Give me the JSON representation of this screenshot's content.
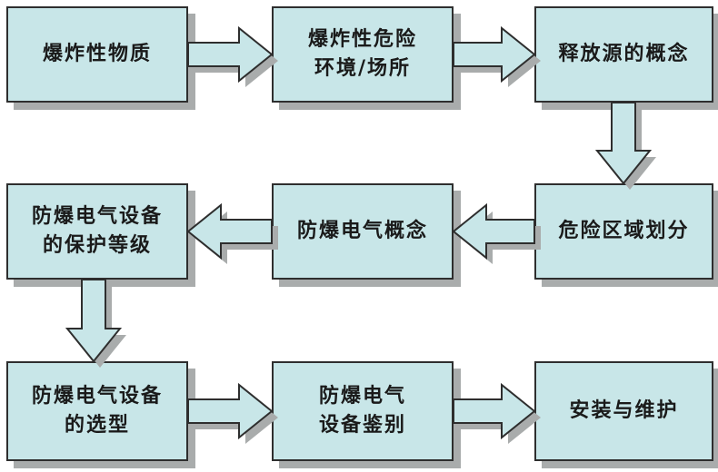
{
  "boxes": [
    {
      "id": "box-explosive-substances",
      "label": "爆炸性物质"
    },
    {
      "id": "box-explosive-hazardous-environment",
      "label": "爆炸性危险\n环境/场所"
    },
    {
      "id": "box-release-source-concept",
      "label": "释放源的概念"
    },
    {
      "id": "box-equipment-protection-level",
      "label": "防爆电气设备\n的保护等级"
    },
    {
      "id": "box-explosionproof-electric-concept",
      "label": "防爆电气概念"
    },
    {
      "id": "box-hazardous-area-classification",
      "label": "危险区域划分"
    },
    {
      "id": "box-equipment-selection",
      "label": "防爆电气设备\n的选型"
    },
    {
      "id": "box-equipment-identification",
      "label": "防爆电气\n设备鉴别"
    },
    {
      "id": "box-installation-maintenance",
      "label": "安装与维护"
    }
  ],
  "flow": [
    {
      "from": "爆炸性物质",
      "to": "爆炸性危险环境/场所",
      "direction": "right"
    },
    {
      "from": "爆炸性危险环境/场所",
      "to": "释放源的概念",
      "direction": "right"
    },
    {
      "from": "释放源的概念",
      "to": "危险区域划分",
      "direction": "down"
    },
    {
      "from": "危险区域划分",
      "to": "防爆电气概念",
      "direction": "left"
    },
    {
      "from": "防爆电气概念",
      "to": "防爆电气设备的保护等级",
      "direction": "left"
    },
    {
      "from": "防爆电气设备的保护等级",
      "to": "防爆电气设备的选型",
      "direction": "down"
    },
    {
      "from": "防爆电气设备的选型",
      "to": "防爆电气设备鉴别",
      "direction": "right"
    },
    {
      "from": "防爆电气设备鉴别",
      "to": "安装与维护",
      "direction": "right"
    }
  ],
  "colors": {
    "box_fill": "#c8e6e8",
    "box_border": "#2e2e2e",
    "shadow": "#a9acac",
    "background": "#ffffff",
    "text": "#1a1a1a"
  }
}
